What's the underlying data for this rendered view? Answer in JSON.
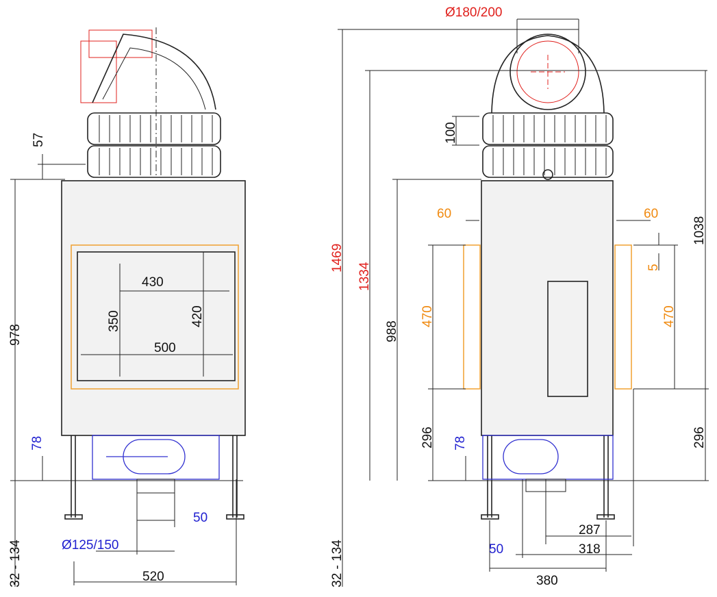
{
  "colors": {
    "black": "#111111",
    "red": "#e0201c",
    "orange": "#f08a10",
    "blue": "#2020d0"
  },
  "front_view": {
    "dim_57": "57",
    "dim_978": "978",
    "dim_430": "430",
    "dim_350": "350",
    "dim_420": "420",
    "dim_500": "500",
    "dim_78": "78",
    "dim_50": "50",
    "dim_flue": "Ø125/150",
    "dim_520": "520",
    "dim_legs": "32 - 134"
  },
  "side_view": {
    "dim_flue": "Ø180/200",
    "dim_1469": "1469",
    "dim_1334": "1334",
    "dim_100": "100",
    "dim_60_left": "60",
    "dim_60_right": "60",
    "dim_5": "5",
    "dim_470_left": "470",
    "dim_470_right": "470",
    "dim_988": "988",
    "dim_1038": "1038",
    "dim_296_left": "296",
    "dim_296_right": "296",
    "dim_78": "78",
    "dim_287": "287",
    "dim_50": "50",
    "dim_318": "318",
    "dim_380": "380",
    "dim_legs": "32 - 134"
  }
}
